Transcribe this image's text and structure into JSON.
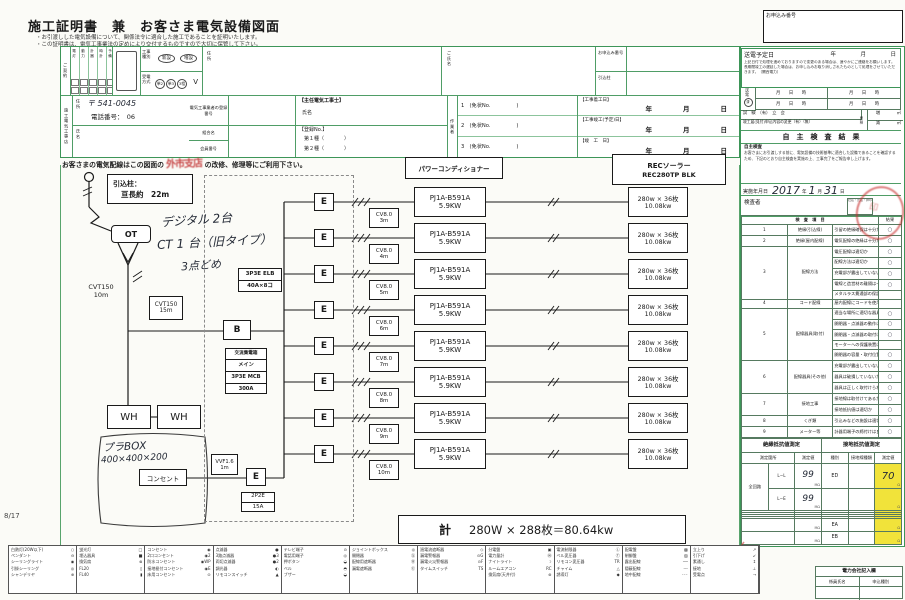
{
  "doc": {
    "title": "施工証明書　兼　お客さま電気設備図面",
    "subtitle1": "・お引渡しした電気設備について、関係法令に適合した施工であることを証明いたします。",
    "subtitle2": "・この証明書は、電気工事業法の定めにより交付するものですので大切に保管して下さい。",
    "page_marker": "8/17"
  },
  "apply_box": {
    "label": "お申込み番号"
  },
  "header_form": {
    "contract_label": "ご契約",
    "mini_columns": [
      "電灯",
      "動力",
      "計器",
      "時計",
      "予備"
    ],
    "work_type_label": "工事種別",
    "work_type_options": [
      "新設",
      "増設"
    ],
    "supply_label": "受電方式",
    "supply_options": [
      "単2",
      "単3",
      "3相"
    ],
    "volt_unit": "V",
    "address_label": "住所",
    "customer_name_label": "ご氏名",
    "apply_no_label": "お申込み番号",
    "pole_label": "引込柱",
    "contractor_label": "施工電気工事店",
    "contractor_addr_label": "住所",
    "postal": "〒 541-0045",
    "phone": "電話番号：　06",
    "registration_label": "電気工事業者の登録番号",
    "union_label": "組合名",
    "member_label": "会員番号",
    "contractor_name_label": "氏名",
    "chief_label": "【主任電気工事士】",
    "chief_name_label": "氏名",
    "license_label": "【登録No.】",
    "license1": "第１種（　　　　）",
    "license2": "第２種（　　　　）",
    "worker_label": "作業者",
    "workers": [
      "1　(免状No.　　　　　)",
      "2　(免状No.　　　　　)",
      "3　(免状No.　　　　　)"
    ],
    "date_rows": [
      {
        "label": "【工事着工日】",
        "value": "年　　月　　日"
      },
      {
        "label": "【工事竣工(予定)日】",
        "value": "年　　月　　日"
      },
      {
        "label": "【竣　工　日】",
        "value": "年　　月　　日"
      }
    ]
  },
  "note": {
    "before": "お客さまの電気配線はこの図面の",
    "stamp": "外市支店",
    "after": "の改修、修理等にご利用下さい。"
  },
  "diagram": {
    "pole_box_line1": "引込柱：",
    "pole_box_line2": "亘長約　22m",
    "hand_notes": [
      "デジタル 2台",
      "CT 1 台（旧タイプ）",
      "3点どめ"
    ],
    "ot": "OT",
    "cvt_a": [
      "CVT150",
      "10m"
    ],
    "cvt_b": [
      "CVT150",
      "15m"
    ],
    "b_label": "B",
    "elb": [
      "3P3E ELB",
      "40A×8コ"
    ],
    "main_box": [
      "交流集電箱",
      "メイン",
      "3P3E MCB",
      "300A"
    ],
    "wh": "WH",
    "plastic_box": [
      "プラBOX",
      "400×400×200"
    ],
    "outlet": "コンセント",
    "vvf": [
      "VVF1.6",
      "1m"
    ],
    "outlet_breaker": [
      "2P2E",
      "15A"
    ],
    "pcs_header": "パワーコンディショナー",
    "rec_header": [
      "RECソーラー",
      "REC280TP  BLK"
    ],
    "e_label": "E",
    "cv_label": "CV8.0",
    "cv_lengths": [
      "3m",
      "4m",
      "5m",
      "6m",
      "7m",
      "8m",
      "9m",
      "10m"
    ],
    "pcs_model": "PJ1A-B591A",
    "pcs_kw": "5.9KW",
    "panel_spec": "280w × 36枚",
    "panel_kw": "10.08kw",
    "total_label": "計",
    "total_value": "280W × 288枚＝80.64kw"
  },
  "right_panel": {
    "supply": {
      "label": "送電予定日",
      "date": "年　　　月　　　日",
      "note": "上記日付で処理を進めておりますので変更のある場合は、速やかにご連絡をお願いします。長期間竣工の遅延した場合は、お申し込みお取り消しされたものとして処理をさせていただきます。（関西電力）"
    },
    "schedule": {
      "side_label": "送電",
      "side_mark": "済",
      "cells": [
        "月　　日　　時",
        "月　　日　　時",
        "月　　日　　時",
        "月　　日　　時"
      ],
      "row2": "試　験　（有）　立　会",
      "row3": "竣工届(見付)申込内容の変更（有）（無）",
      "area_label": "面積",
      "area_rows": [
        "増　　　　㎡",
        "減　　　　㎡"
      ]
    },
    "self_check_title": "自　主　検　査　結　果",
    "note_title": "自主検査",
    "note_text": "お客さまにお引渡しする前に、電気設備の技術基準に適合した設備であることを確認するため、下記のとおり自主検査を実施の上、工事完了をご報告申し上げます。",
    "date_label": "実施年月日",
    "date_year": "2017",
    "date_year_unit": "年",
    "date_month": "1",
    "date_month_unit": "月",
    "date_day": "31",
    "date_day_unit": "日",
    "inspector_label": "検査者",
    "inspector_box": "社名・氏名・押印",
    "insp_header_item": "検　査　項　目",
    "insp_header_result": "結果",
    "insp_groups": [
      {
        "no": "1",
        "cat": "絶縁(引込線)",
        "items": [
          [
            "引留の絶縁確保は十分か",
            "○"
          ]
        ]
      },
      {
        "no": "2",
        "cat": "絶縁(屋内配線)",
        "items": [
          [
            "電気配線の絶縁は十分か",
            "○"
          ]
        ]
      },
      {
        "no": "3",
        "cat": "配線方法",
        "items": [
          [
            "電圧配線は適切か",
            "○"
          ],
          [
            "配線方法は適切か",
            "○"
          ],
          [
            "充電部が露出していないか",
            "○"
          ],
          [
            "電線と造営材の離隔は十分か",
            "○"
          ],
          [
            "メタルラス貫通部の保護は十分か",
            ""
          ]
        ]
      },
      {
        "no": "4",
        "cat": "コード配線",
        "items": [
          [
            "屋内配線にコードを使用していないか",
            ""
          ]
        ]
      },
      {
        "no": "5",
        "cat": "配線器具(取付)",
        "items": [
          [
            "適当な場所に適切な器具を取付けてあるか",
            "○"
          ],
          [
            "開閉器・点滅器の動作は良いか",
            "○"
          ],
          [
            "開閉器・点滅器の取付けは良いか",
            "○"
          ],
          [
            "モーターへの保護装置は良いか",
            ""
          ],
          [
            "開閉器の容量・取付位置は適切か",
            "○"
          ]
        ]
      },
      {
        "no": "6",
        "cat": "配線器具(その他)",
        "items": [
          [
            "充電部が露出していないか",
            "○"
          ],
          [
            "器具は破損していないか",
            "○"
          ],
          [
            "器具は正しく取付けられているか",
            "○"
          ]
        ]
      },
      {
        "no": "7",
        "cat": "接地工事",
        "items": [
          [
            "接地線は取付けてあるか",
            "○"
          ],
          [
            "接地抵抗値は適切か",
            "○"
          ]
        ]
      },
      {
        "no": "8",
        "cat": "くぎ類",
        "items": [
          [
            "引込みなどの施設は適切か",
            "○"
          ]
        ]
      },
      {
        "no": "9",
        "cat": "メーター等",
        "items": [
          [
            "計器用端子の締付けは良いか",
            "○"
          ]
        ]
      }
    ],
    "measure": {
      "left_title": "絶縁抵抗値測定",
      "right_title": "接地抵抗値測定",
      "col_place": "測定箇所",
      "col_value": "測定値",
      "col_type": "種別",
      "col_wire": "接地線種類",
      "col_value2": "測定値",
      "place_group": "全回路",
      "rows": [
        {
          "sub": "L−L",
          "val": "99",
          "unit": "MΩ",
          "type": "ED",
          "gval": "70",
          "gunit": "Ω"
        },
        {
          "sub": "L−E",
          "val": "99",
          "unit": "MΩ",
          "type": "",
          "gval": "",
          "gunit": "Ω"
        },
        {
          "sub": "",
          "val": "",
          "unit": "MΩ",
          "type": "",
          "gval": "",
          "gunit": "Ω"
        },
        {
          "sub": "",
          "val": "",
          "unit": "MΩ",
          "type": "",
          "gval": "",
          "gunit": "Ω"
        },
        {
          "sub": "",
          "val": "",
          "unit": "MΩ",
          "type": "",
          "gval": "",
          "gunit": "Ω"
        },
        {
          "sub": "",
          "val": "",
          "unit": "MΩ",
          "type": "",
          "gval": "",
          "gunit": "Ω"
        },
        {
          "sub": "",
          "val": "",
          "unit": "MΩ",
          "type": "EA",
          "gval": "",
          "gunit": "Ω"
        },
        {
          "sub": "",
          "val": "",
          "unit": "MΩ",
          "type": "EB",
          "gval": "",
          "gunit": "Ω"
        }
      ]
    }
  },
  "legend": {
    "columns": [
      [
        [
          "白熱灯(20W以下)",
          "○"
        ],
        [
          "ペンダント",
          "⊖"
        ],
        [
          "シーリングライト",
          "◉"
        ],
        [
          "引掛シーリング",
          "◎"
        ],
        [
          "シャンデリヤ",
          "⊕"
        ]
      ],
      [
        [
          "蛍光灯",
          "□"
        ],
        [
          "埋込器具",
          "■"
        ],
        [
          "換気扇",
          "⊗"
        ],
        [
          "FL20",
          "▯"
        ],
        [
          "FL40",
          "▮"
        ]
      ],
      [
        [
          "コンセント",
          "◉"
        ],
        [
          "2口コンセント",
          "◉2"
        ],
        [
          "防水コンセント",
          "◉WP"
        ],
        [
          "接地極付コンセント",
          "◉E"
        ],
        [
          "床用コンセント",
          "⊙"
        ]
      ],
      [
        [
          "点滅器",
          "●"
        ],
        [
          "3路点滅器",
          "●3"
        ],
        [
          "両切点滅器",
          "●2"
        ],
        [
          "調光器",
          "◐"
        ],
        [
          "リモコンスイッチ",
          "▲"
        ]
      ],
      [
        [
          "テレビ端子",
          "⊙"
        ],
        [
          "電話用端子",
          "◎"
        ],
        [
          "押ボタン",
          "◒"
        ],
        [
          "ベル",
          "◓"
        ],
        [
          "ブザー",
          "◒"
        ]
      ],
      [
        [
          "ジョイントボックス",
          "◎"
        ],
        [
          "開閉器",
          "Ⓢ"
        ],
        [
          "配線用遮断器",
          "Ⓑ"
        ],
        [
          "漏電遮断器",
          "Ⓔ"
        ]
      ],
      [
        [
          "過電流遮断器",
          "◇"
        ],
        [
          "漏電警報器",
          "⊙G"
        ],
        [
          "漏電火災警報器",
          "⊙F"
        ],
        [
          "タイムスイッチ",
          "TS"
        ]
      ],
      [
        [
          "分電盤",
          "▣"
        ],
        [
          "電力量計",
          "Ⓦ"
        ],
        [
          "ナイトライト",
          "☽"
        ],
        [
          "ルームエアコン",
          "RC"
        ],
        [
          "換気扇(天井付)",
          "⊛"
        ]
      ],
      [
        [
          "電流制限器",
          "Ⓛ"
        ],
        [
          "ベル変圧器",
          "Ⓣ"
        ],
        [
          "リモコン変圧器",
          "TR"
        ],
        [
          "チャイム",
          "△"
        ],
        [
          "誘導灯",
          "◆"
        ]
      ],
      [
        [
          "配電盤",
          "▩"
        ],
        [
          "制御盤",
          "▨"
        ],
        [
          "露出配線",
          "──"
        ],
        [
          "隠蔽配線",
          "---"
        ],
        [
          "地中配線",
          "･･･"
        ]
      ],
      [
        [
          "立上り",
          "↗"
        ],
        [
          "引下げ",
          "↙"
        ],
        [
          "素通し",
          "↕"
        ],
        [
          "接地",
          "⊥"
        ],
        [
          "受電点",
          "⊸"
        ]
      ]
    ]
  },
  "power_company": {
    "title": "電力会社記入欄",
    "col1": "係員氏名",
    "col2": "申込種別"
  }
}
